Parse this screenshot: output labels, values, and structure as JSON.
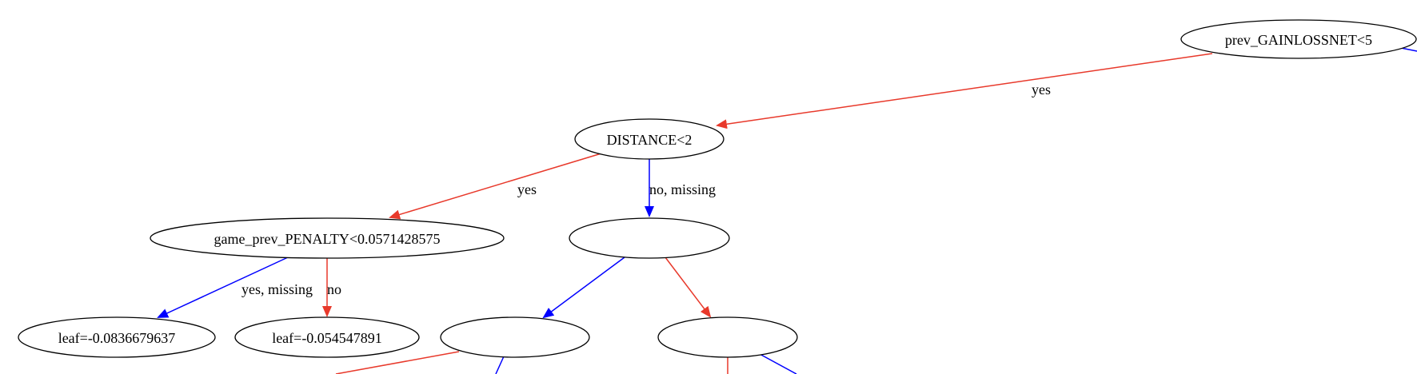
{
  "nodes": {
    "root": "prev_GAINLOSSNET<5",
    "distance": "DISTANCE<2",
    "penalty": "game_prev_PENALTY<0.0571428575",
    "empty_mid": "",
    "leaf_a": "leaf=-0.0836679637",
    "leaf_b": "leaf=-0.054547891",
    "empty_left": "",
    "empty_right": ""
  },
  "edges": {
    "root_to_distance": "yes",
    "distance_to_penalty": "yes",
    "distance_to_empty": "no, missing",
    "penalty_to_leaf_a": "yes, missing",
    "penalty_to_leaf_b": "no"
  },
  "colors": {
    "yes_edge": "#e8392b",
    "no_edge": "#0000ff",
    "node_stroke": "#000000"
  }
}
